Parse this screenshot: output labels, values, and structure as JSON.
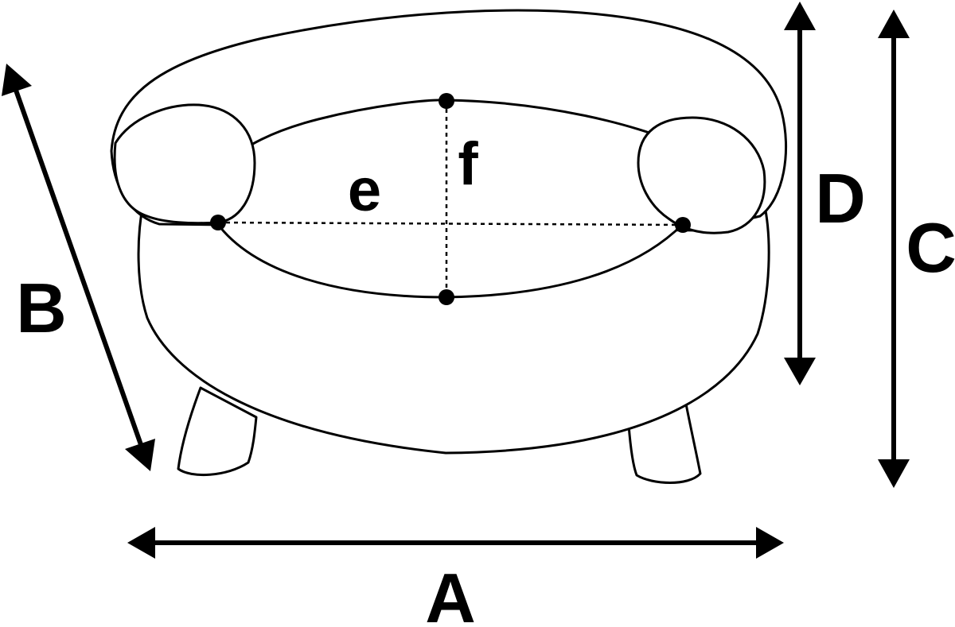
{
  "labels": {
    "A": "A",
    "B": "B",
    "C": "C",
    "D": "D",
    "e": "e",
    "f": "f"
  },
  "colors": {
    "line": "#000000",
    "background": "#ffffff"
  }
}
